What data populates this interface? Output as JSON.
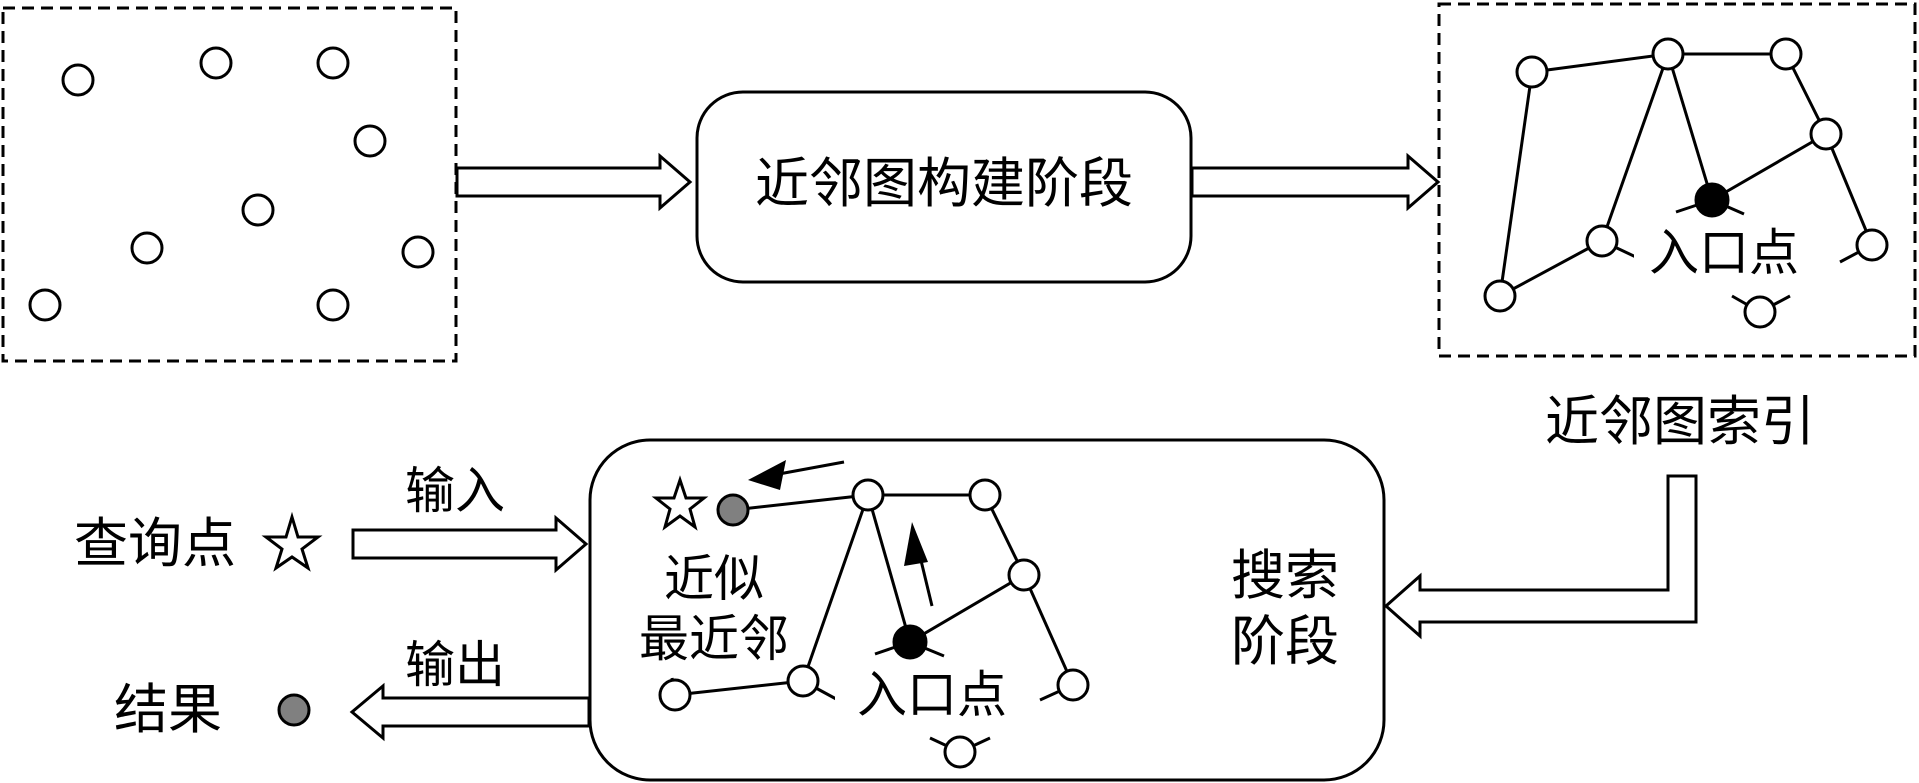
{
  "stage_build_label": "近邻图构建阶段",
  "graph_index_label": "近邻图索引",
  "entry_point_label_top": "入口点",
  "query_point_label": "查询点",
  "input_label": "输入",
  "output_label": "输出",
  "result_label": "结果",
  "ann_label_line1": "近似",
  "ann_label_line2": "最近邻",
  "entry_point_label_bottom": "入口点",
  "search_stage_line1": "搜索",
  "search_stage_line2": "阶段",
  "colors": {
    "stroke": "#000000",
    "entry_node": "#000000",
    "result_node": "#808080",
    "background": "#ffffff"
  },
  "icons": {
    "query": "star-icon",
    "result": "gray-dot-icon"
  }
}
